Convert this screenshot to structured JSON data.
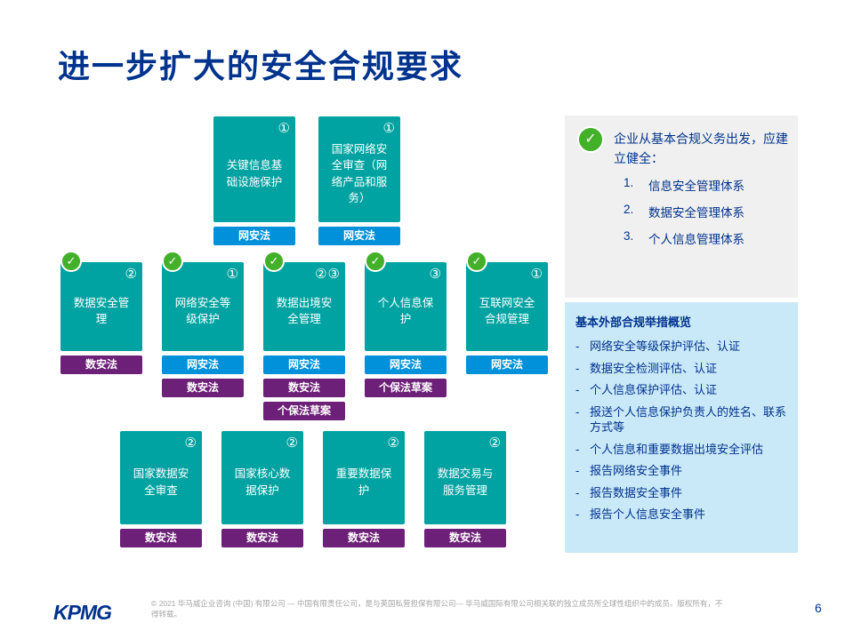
{
  "slide": {
    "title": "进一步扩大的安全合规要求",
    "logo": "KPMG",
    "page_number": "6",
    "footer": "© 2021 毕马威企业咨询 (中国) 有限公司 — 中国有限责任公司，是与英国私营担保有限公司— 毕马威国际有限公司相关联的独立成员所全球性组织中的成员。版权所有，不得转载。"
  },
  "colors": {
    "title_blue": "#00338D",
    "card_teal": "#00A3A1",
    "check_green": "#43B02A",
    "panel_gray": "#F0F0F0",
    "panel_blue": "#C9E8F8",
    "label_colors": {
      "blue": "#0091DA",
      "purple": "#6D2077"
    }
  },
  "diagram": {
    "rows": [
      {
        "boxes": [
          {
            "number": "①",
            "title": "关键信息基础设施保护",
            "check": false,
            "labels": [
              {
                "text": "网安法",
                "color": "blue"
              }
            ]
          },
          {
            "number": "①",
            "title": "国家网络安全审查（网络产品和服务）",
            "check": false,
            "labels": [
              {
                "text": "网安法",
                "color": "blue"
              }
            ]
          }
        ]
      },
      {
        "boxes": [
          {
            "number": "②",
            "title": "数据安全管理",
            "check": true,
            "labels": [
              {
                "text": "数安法",
                "color": "purple"
              }
            ]
          },
          {
            "number": "①",
            "title": "网络安全等级保护",
            "check": true,
            "labels": [
              {
                "text": "网安法",
                "color": "blue"
              },
              {
                "text": "数安法",
                "color": "purple"
              }
            ]
          },
          {
            "number": "②③",
            "title": "数据出境安全管理",
            "check": true,
            "labels": [
              {
                "text": "网安法",
                "color": "blue"
              },
              {
                "text": "数安法",
                "color": "purple"
              },
              {
                "text": "个保法草案",
                "color": "purple"
              }
            ]
          },
          {
            "number": "③",
            "title": "个人信息保护",
            "check": true,
            "labels": [
              {
                "text": "网安法",
                "color": "blue"
              },
              {
                "text": "个保法草案",
                "color": "purple"
              }
            ]
          },
          {
            "number": "①",
            "title": "互联网安全合规管理",
            "check": true,
            "labels": [
              {
                "text": "网安法",
                "color": "blue"
              }
            ]
          }
        ]
      },
      {
        "boxes": [
          {
            "number": "②",
            "title": "国家数据安全审查",
            "check": false,
            "labels": [
              {
                "text": "数安法",
                "color": "purple"
              }
            ]
          },
          {
            "number": "②",
            "title": "国家核心数据保护",
            "check": false,
            "labels": [
              {
                "text": "数安法",
                "color": "purple"
              }
            ]
          },
          {
            "number": "②",
            "title": "重要数据保护",
            "check": false,
            "labels": [
              {
                "text": "数安法",
                "color": "purple"
              }
            ]
          },
          {
            "number": "②",
            "title": "数据交易与服务管理",
            "check": false,
            "labels": [
              {
                "text": "数安法",
                "color": "purple"
              }
            ]
          }
        ]
      }
    ]
  },
  "right_panel": {
    "top_box": {
      "check_icon": "✓",
      "intro": "企业从基本合规义务出发，应建立健全：",
      "items": [
        "信息安全管理体系",
        "数据安全管理体系",
        "个人信息管理体系"
      ]
    },
    "bottom_box": {
      "header": "基本外部合规举措概览",
      "items": [
        "网络安全等级保护评估、认证",
        "数据安全检测评估、认证",
        "个人信息保护评估、认证",
        "报送个人信息保护负责人的姓名、联系方式等",
        "个人信息和重要数据出境安全评估",
        "报告网络安全事件",
        "报告数据安全事件",
        "报告个人信息安全事件"
      ]
    }
  }
}
